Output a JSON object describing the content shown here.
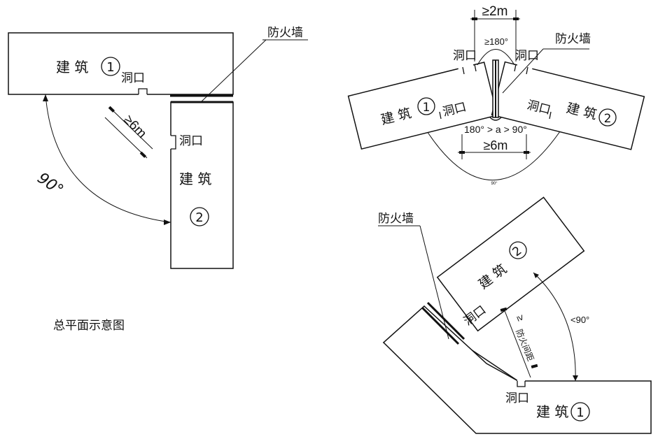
{
  "labels": {
    "building": "建 筑",
    "opening": "洞口",
    "firewall": "防火墙",
    "num1": "1",
    "num2": "2",
    "site_plan": "总平面示意图",
    "angle_90": "90°",
    "dist_6m": "≥6m",
    "dist_2m": "≥2m",
    "angle_180": "≥180°",
    "angle_range": "180° > a > 90°",
    "angle_small": "<90°",
    "small_mark": "90°",
    "fire_sep_ge": "≥",
    "fire_sep": "防火间距"
  }
}
